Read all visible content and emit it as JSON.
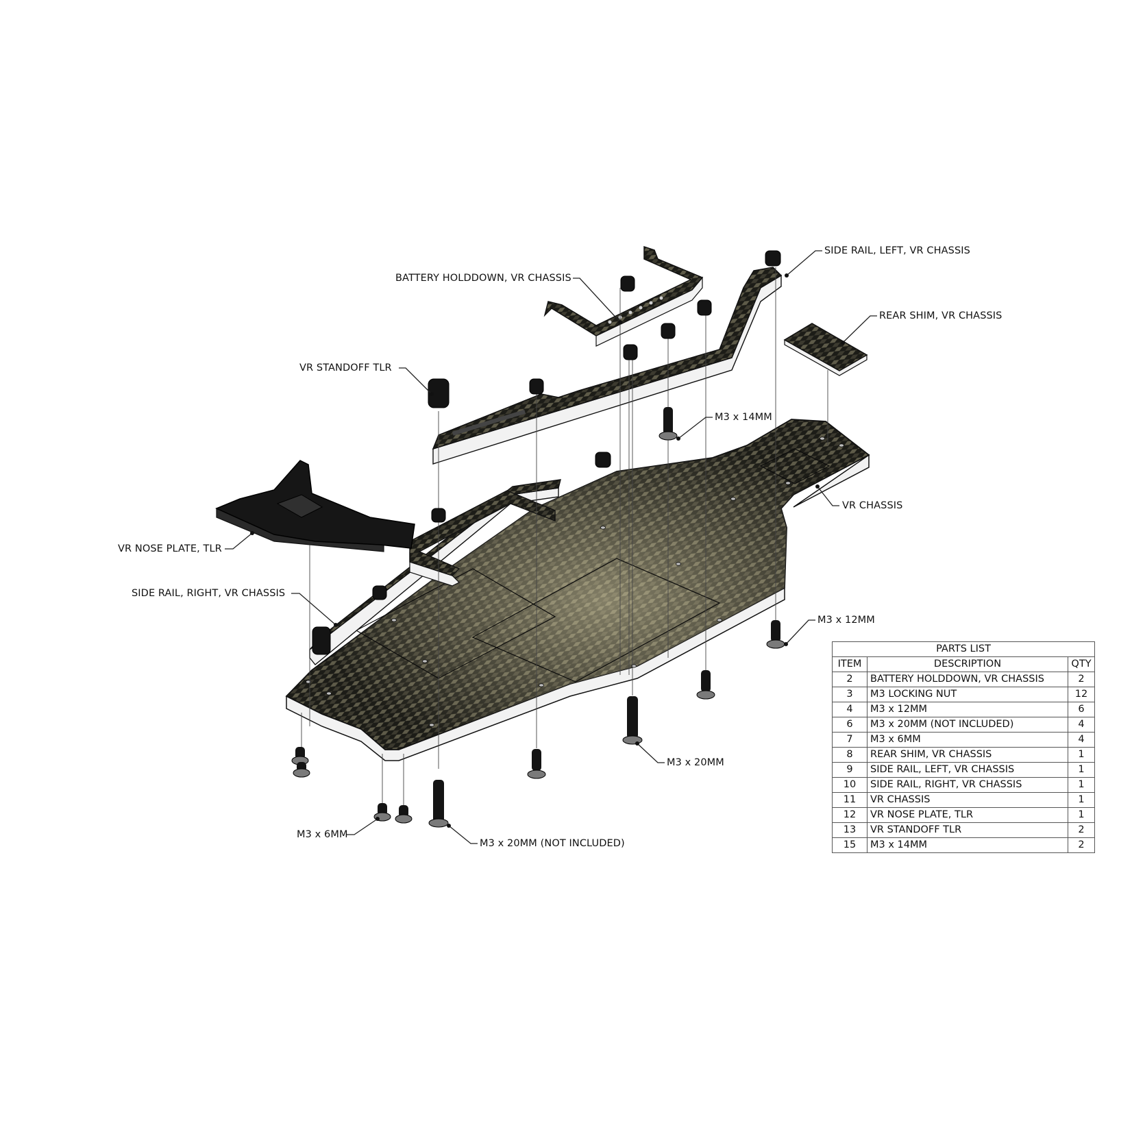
{
  "colors": {
    "carbon_dark": "#1c1c17",
    "carbon_light": "#6e6a55",
    "carbon_sheen": "#c9c2a0",
    "edge_white": "#f2f2f2",
    "outline": "#111111",
    "leader": "#222222",
    "hardware_black": "#141414"
  },
  "callouts": {
    "side_rail_left": "SIDE RAIL, LEFT, VR CHASSIS",
    "battery_holddown": "BATTERY HOLDDOWN, VR CHASSIS",
    "rear_shim": "REAR SHIM, VR CHASSIS",
    "vr_standoff": "VR STANDOFF TLR",
    "m3x14": "M3 x 14MM",
    "vr_chassis": "VR CHASSIS",
    "vr_nose_plate": "VR NOSE PLATE, TLR",
    "side_rail_right": "SIDE RAIL, RIGHT, VR CHASSIS",
    "m3x12": "M3 x 12MM",
    "m3x20": "M3 x 20MM",
    "m3x6": "M3 x 6MM",
    "m3x20_not_included": "M3 x 20MM (NOT INCLUDED)"
  },
  "parts_list": {
    "title": "PARTS LIST",
    "headers": {
      "item": "ITEM",
      "description": "DESCRIPTION",
      "qty": "QTY"
    },
    "rows": [
      {
        "item": "2",
        "description": "BATTERY HOLDDOWN, VR CHASSIS",
        "qty": "2"
      },
      {
        "item": "3",
        "description": "M3 LOCKING NUT",
        "qty": "12"
      },
      {
        "item": "4",
        "description": "M3 x 12MM",
        "qty": "6"
      },
      {
        "item": "6",
        "description": "M3 x 20MM (NOT INCLUDED)",
        "qty": "4"
      },
      {
        "item": "7",
        "description": "M3 x 6MM",
        "qty": "4"
      },
      {
        "item": "8",
        "description": "REAR SHIM, VR CHASSIS",
        "qty": "1"
      },
      {
        "item": "9",
        "description": "SIDE RAIL, LEFT, VR CHASSIS",
        "qty": "1"
      },
      {
        "item": "10",
        "description": "SIDE RAIL, RIGHT, VR CHASSIS",
        "qty": "1"
      },
      {
        "item": "11",
        "description": "VR CHASSIS",
        "qty": "1"
      },
      {
        "item": "12",
        "description": "VR NOSE PLATE, TLR",
        "qty": "1"
      },
      {
        "item": "13",
        "description": "VR STANDOFF TLR",
        "qty": "2"
      },
      {
        "item": "15",
        "description": "M3 x 14MM",
        "qty": "2"
      }
    ]
  }
}
